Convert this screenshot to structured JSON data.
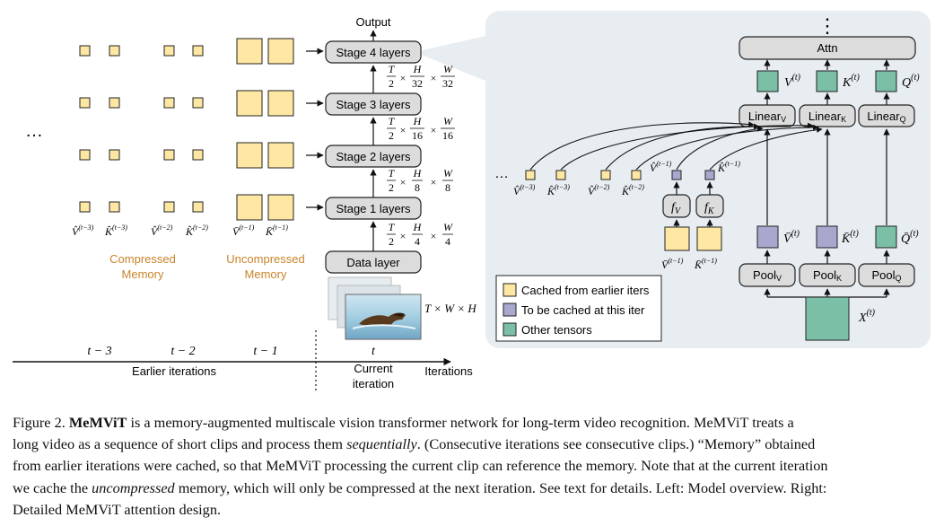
{
  "left": {
    "output_label": "Output",
    "stages": [
      "Stage 4 layers",
      "Stage 3 layers",
      "Stage 2 layers",
      "Stage 1 layers"
    ],
    "data_layer": "Data layer",
    "dims": [
      {
        "t": "T",
        "t_den": "2",
        "h": "H",
        "h_den": "32",
        "w": "W",
        "w_den": "32"
      },
      {
        "t": "T",
        "t_den": "2",
        "h": "H",
        "h_den": "16",
        "w": "W",
        "w_den": "16"
      },
      {
        "t": "T",
        "t_den": "2",
        "h": "H",
        "h_den": "8",
        "w": "W",
        "w_den": "8"
      },
      {
        "t": "T",
        "t_den": "2",
        "h": "H",
        "h_den": "4",
        "w": "W",
        "w_den": "4"
      }
    ],
    "times": "×",
    "input_dims": "T × W × H",
    "ellipsis": "…",
    "kv_labels": [
      "V̂",
      "K̂",
      "V̂",
      "K̂",
      "V̄",
      "K̄"
    ],
    "kv_sups": [
      "(t−3)",
      "(t−3)",
      "(t−2)",
      "(t−2)",
      "(t−1)",
      "(t−1)"
    ],
    "compressed_memory": [
      "Compressed",
      "Memory"
    ],
    "uncompressed_memory": [
      "Uncompressed",
      "Memory"
    ],
    "timeline": {
      "ticks": [
        "t − 3",
        "t − 2",
        "t − 1",
        "t"
      ],
      "earlier_label": "Earlier iterations",
      "current_label": [
        "Current",
        "iteration"
      ],
      "iterations_label": "Iterations"
    }
  },
  "right": {
    "ellipsis_vertical": "⋮",
    "attn": "Attn",
    "linear": {
      "base": "Linear",
      "subs": [
        "V",
        "K",
        "Q"
      ]
    },
    "pool": {
      "base": "Pool",
      "subs": [
        "V",
        "K",
        "Q"
      ]
    },
    "tensors_top": [
      {
        "b": "V",
        "s": "(t)"
      },
      {
        "b": "K",
        "s": "(t)"
      },
      {
        "b": "Q",
        "s": "(t)"
      }
    ],
    "tensors_mid": [
      {
        "b": "V̄",
        "s": "(t)"
      },
      {
        "b": "K̄",
        "s": "(t)"
      },
      {
        "b": "Q̄",
        "s": "(t)"
      }
    ],
    "x_tensor": {
      "b": "X",
      "s": "(t)"
    },
    "fv": {
      "b": "f",
      "s": "V"
    },
    "fk": {
      "b": "f",
      "s": "K"
    },
    "mem_labels": [
      "V̂",
      "K̂",
      "V̂",
      "K̂"
    ],
    "mem_sups": [
      "(t−3)",
      "(t−3)",
      "(t−2)",
      "(t−2)"
    ],
    "to_cache_labels": [
      {
        "b": "V̂",
        "s": "(t−1)"
      },
      {
        "b": "K̂",
        "s": "(t−1)"
      }
    ],
    "input_labels": [
      {
        "b": "V̄",
        "s": "(t−1)"
      },
      {
        "b": "K̄",
        "s": "(t−1)"
      }
    ],
    "ellipsis": "…",
    "legend": [
      "Cached from earlier iters",
      "To be cached at this iter",
      "Other tensors"
    ]
  },
  "colors": {
    "cached": "#fde7a3",
    "to_cache": "#a8a8cf",
    "other": "#7bbfa6",
    "memory_text": "#c8842a",
    "panel_bg": "#e8edf2",
    "box_bg": "#dcdcdc"
  },
  "caption": {
    "fig_label": "Figure 2.",
    "name": "MeMViT",
    "l1_rest": " is a memory-augmented multiscale vision transformer network for long-term video recognition.  MeMViT treats a",
    "l2_a": "long video as a sequence of short clips and process them ",
    "l2_em": "sequentially",
    "l2_b": ". (Consecutive iterations see consecutive clips.) “Memory” obtained",
    "l3": "from earlier iterations were cached, so that MeMViT processing the current clip can reference the memory. Note that at the current iteration",
    "l4_a": "we cache the ",
    "l4_em": "uncompressed",
    "l4_b": " memory, which will only be compressed at the next iteration. See text for details. Left: Model overview. Right:",
    "l5": "Detailed MeMViT attention design."
  }
}
